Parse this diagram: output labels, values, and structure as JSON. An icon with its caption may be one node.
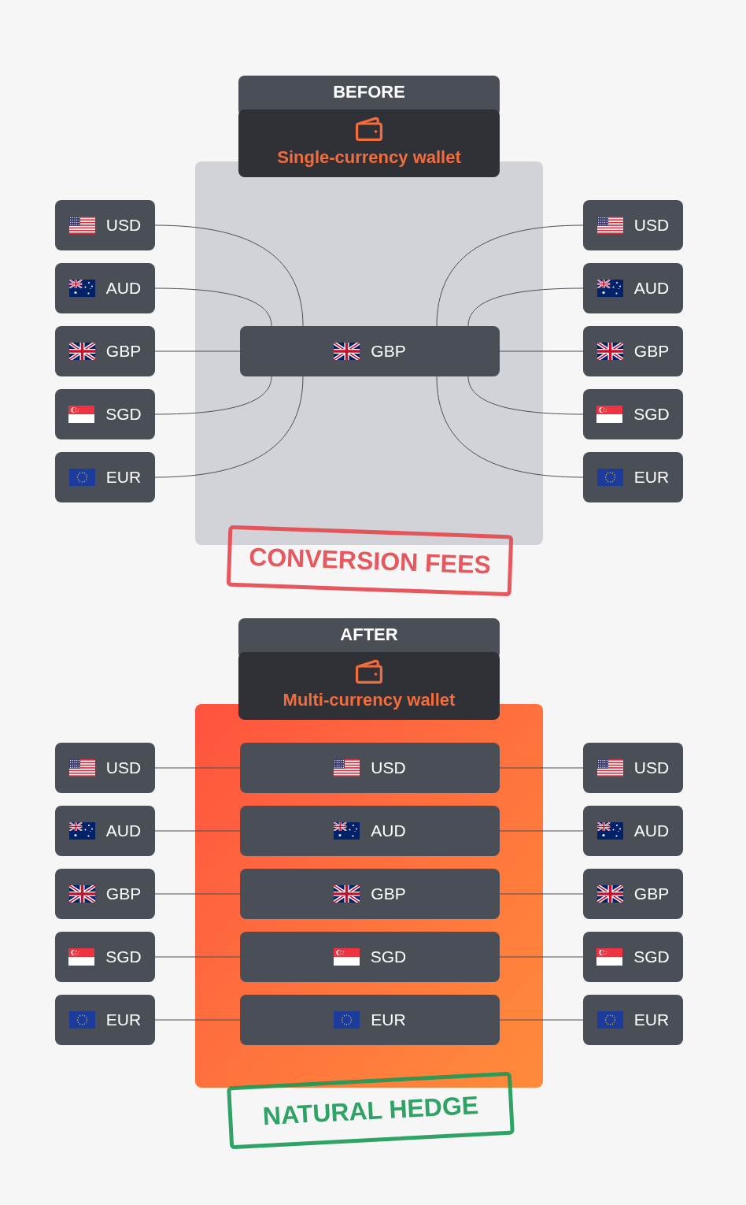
{
  "diagram": {
    "nodes": [
      {
        "text": [
          "BEFORE"
        ]
      },
      {
        "text": [
          "Single-currency wallet"
        ]
      },
      {
        "text": [],
        "shape": "box"
      },
      {
        "text": [
          "USD"
        ]
      },
      {
        "text": [
          "AUD"
        ]
      },
      {
        "text": [
          "GBP"
        ]
      },
      {
        "text": [
          "SGD"
        ]
      },
      {
        "text": [
          "EUR"
        ]
      },
      {
        "text": [
          "GBP"
        ],
        "in": 2
      },
      {
        "text": [
          "USD"
        ]
      },
      {
        "text": [
          "AUD"
        ]
      },
      {
        "text": [
          "GBP"
        ]
      },
      {
        "text": [
          "SGD"
        ]
      },
      {
        "text": [
          "EUR"
        ]
      },
      {
        "text": [
          "CONVERSION FEES"
        ]
      },
      {
        "text": [
          "AFTER"
        ]
      },
      {
        "text": [
          "Multi-currency wallet"
        ]
      },
      {
        "text": [],
        "shape": "box"
      },
      {
        "text": [
          "USD"
        ]
      },
      {
        "text": [
          "AUD"
        ]
      },
      {
        "text": [
          "GBP"
        ]
      },
      {
        "text": [
          "SGD"
        ]
      },
      {
        "text": [
          "EUR"
        ]
      },
      {
        "text": [
          "USD"
        ],
        "in": 17
      },
      {
        "text": [
          "AUD"
        ],
        "in": 17
      },
      {
        "text": [
          "GBP"
        ],
        "in": 17
      },
      {
        "text": [
          "SGD"
        ],
        "in": 17
      },
      {
        "text": [
          "EUR"
        ],
        "in": 17
      },
      {
        "text": [
          "USD"
        ]
      },
      {
        "text": [
          "AUD"
        ]
      },
      {
        "text": [
          "GBP"
        ]
      },
      {
        "text": [
          "SGD"
        ]
      },
      {
        "text": [
          "EUR"
        ]
      },
      {
        "text": [
          "NATURAL HEDGE"
        ]
      }
    ],
    "edges": [
      {
        "from": 3,
        "to": 8,
        "arrow": "none"
      },
      {
        "from": 4,
        "to": 8,
        "arrow": "none"
      },
      {
        "from": 5,
        "to": 8,
        "arrow": "none"
      },
      {
        "from": 6,
        "to": 8,
        "arrow": "none"
      },
      {
        "from": 7,
        "to": 8,
        "arrow": "none"
      },
      {
        "from": 8,
        "to": 9,
        "arrow": "none"
      },
      {
        "from": 8,
        "to": 10,
        "arrow": "none"
      },
      {
        "from": 8,
        "to": 11,
        "arrow": "none"
      },
      {
        "from": 8,
        "to": 12,
        "arrow": "none"
      },
      {
        "from": 8,
        "to": 13,
        "arrow": "none"
      },
      {
        "from": 18,
        "to": 23,
        "arrow": "none"
      },
      {
        "from": 19,
        "to": 24,
        "arrow": "none"
      },
      {
        "from": 20,
        "to": 25,
        "arrow": "none"
      },
      {
        "from": 21,
        "to": 26,
        "arrow": "none"
      },
      {
        "from": 22,
        "to": 27,
        "arrow": "none"
      },
      {
        "from": 23,
        "to": 28,
        "arrow": "none"
      },
      {
        "from": 24,
        "to": 29,
        "arrow": "none"
      },
      {
        "from": 25,
        "to": 30,
        "arrow": "none"
      },
      {
        "from": 26,
        "to": 31,
        "arrow": "none"
      },
      {
        "from": 27,
        "to": 32,
        "arrow": "none"
      }
    ]
  }
}
